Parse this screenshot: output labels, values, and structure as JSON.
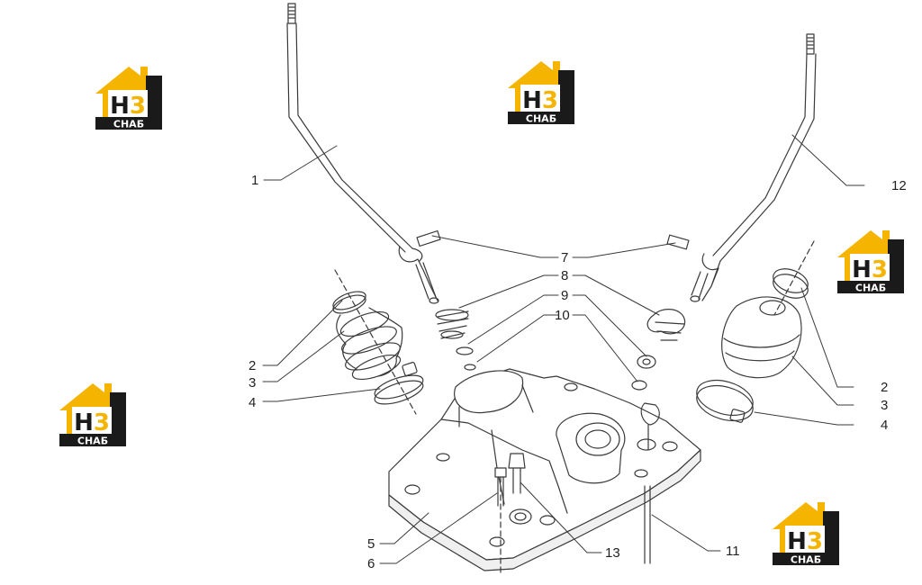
{
  "diagram": {
    "callouts": {
      "c1": "1",
      "c2_left": "2",
      "c3_left": "3",
      "c4_left": "4",
      "c5": "5",
      "c6": "6",
      "c7": "7",
      "c8": "8",
      "c9": "9",
      "c10": "10",
      "c11": "11",
      "c12": "12",
      "c13": "13",
      "c2_right": "2",
      "c3_right": "3",
      "c4_right": "4"
    },
    "line_color": "#3a3a3a"
  },
  "watermark": {
    "letters": "H3",
    "caption": "CHAБ",
    "colors": {
      "yellow": "#f5b400",
      "dark": "#1a1a1a"
    }
  }
}
